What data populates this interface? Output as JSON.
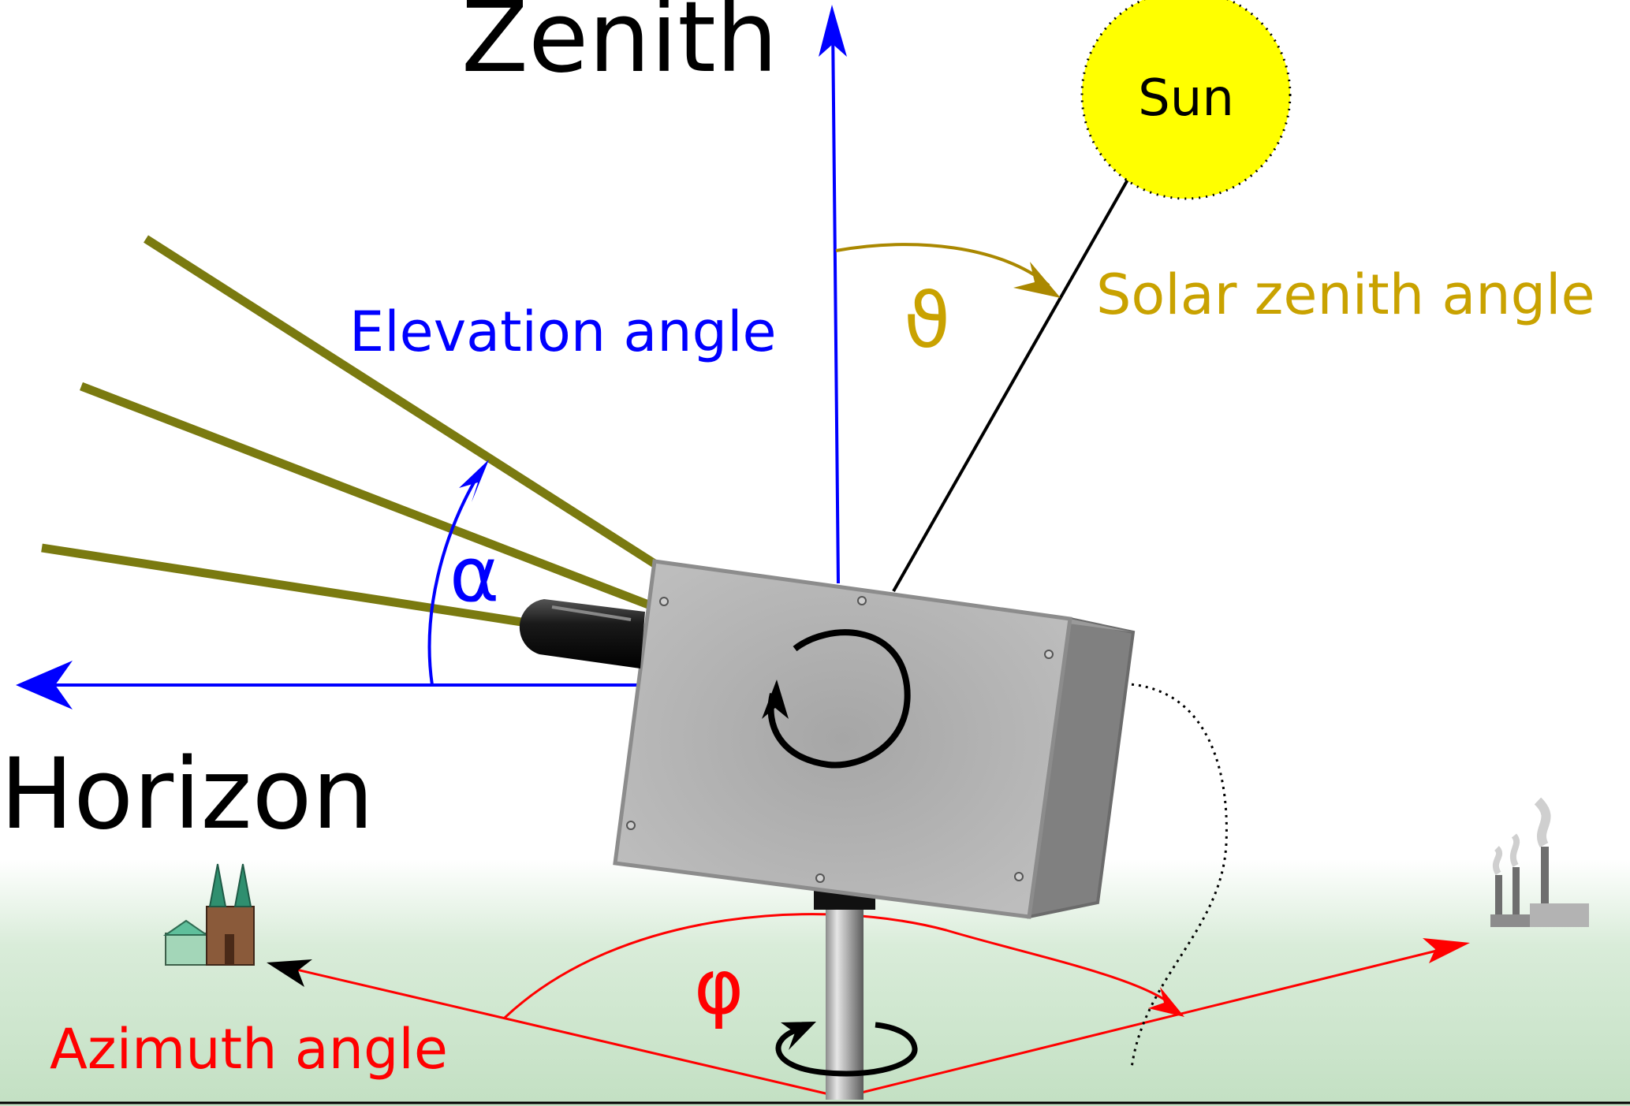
{
  "labels": {
    "zenith": "Zenith",
    "horizon": "Horizon",
    "sun": "Sun",
    "elevation_angle": "Elevation angle",
    "solar_zenith_angle": "Solar zenith angle",
    "azimuth_angle": "Azimuth angle",
    "alpha": "α",
    "theta": "ϑ",
    "phi": "φ"
  },
  "colors": {
    "elevation": "#0000ff",
    "solar_zenith": "#c9a200",
    "azimuth": "#ff0000",
    "sun_fill": "#ffff00",
    "viewing_ray": "#7a7a10",
    "ground": "#c6e2c6",
    "instrument_body": "#b3b3b3",
    "instrument_side": "#808080"
  },
  "icons": [
    "cathedral-icon",
    "factory-icon",
    "rotation-arrow-icon"
  ]
}
